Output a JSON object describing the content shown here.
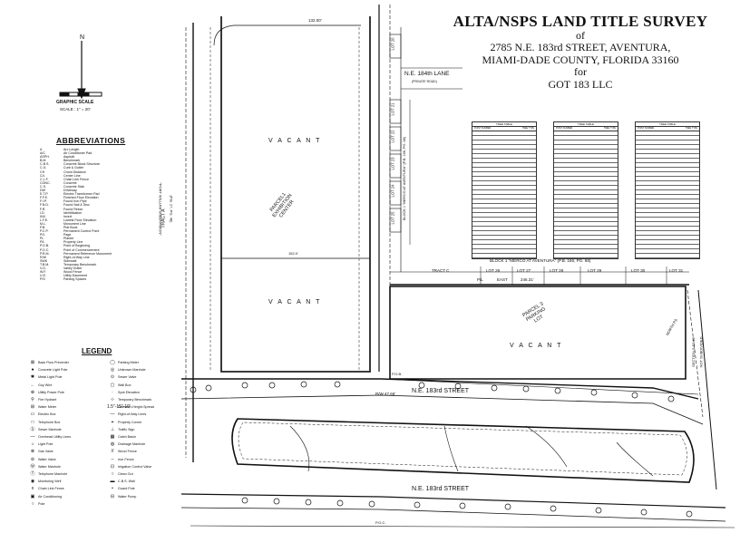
{
  "title": {
    "main": "ALTA/NSPS LAND TITLE SURVEY",
    "of": "of",
    "address1": "2785 N.E. 183rd STREET, AVENTURA,",
    "address2": "MIAMI-DADE COUNTY, FLORIDA 33160",
    "for": "for",
    "client": "GOT 183 LLC"
  },
  "north_arrow": {
    "label": "N"
  },
  "scale": {
    "title": "GRAPHIC SCALE",
    "text": "SCALE : 1\" = 20'"
  },
  "abbreviations": {
    "heading": "ABBREVIATIONS",
    "items": [
      {
        "k": "A",
        "v": "Arc Length"
      },
      {
        "k": "A/C",
        "v": "Air Conditioner Pad"
      },
      {
        "k": "ASPH.",
        "v": "Asphalt"
      },
      {
        "k": "B.M.",
        "v": "Benchmark"
      },
      {
        "k": "C.B.S.",
        "v": "Concrete Block Structure"
      },
      {
        "k": "C.G.",
        "v": "Curb & Gutter"
      },
      {
        "k": "CH",
        "v": "Chord Distance"
      },
      {
        "k": "C/L",
        "v": "Center Line"
      },
      {
        "k": "C.L.F.",
        "v": "Chain Link Fence"
      },
      {
        "k": "CONC.",
        "v": "Concrete"
      },
      {
        "k": "C.S.",
        "v": "Concrete Slab"
      },
      {
        "k": "DW",
        "v": "Driveway"
      },
      {
        "k": "E.T.P.",
        "v": "Electric Transformer Pad"
      },
      {
        "k": "F.F.E.",
        "v": "Finished Floor Elevation"
      },
      {
        "k": "F.I.P.",
        "v": "Found Iron Pipe"
      },
      {
        "k": "F.N.D.",
        "v": "Found Nail & Disc"
      },
      {
        "k": "F.R.",
        "v": "Found Rebar"
      },
      {
        "k": "I.D.",
        "v": "Identification"
      },
      {
        "k": "INV.",
        "v": "Invert"
      },
      {
        "k": "L.F.E.",
        "v": "Lowest Floor Elevation"
      },
      {
        "k": "M.L.",
        "v": "Monument Line"
      },
      {
        "k": "P.B.",
        "v": "Plat Book"
      },
      {
        "k": "P.C.P.",
        "v": "Permanent Control Point"
      },
      {
        "k": "PG.",
        "v": "Page"
      },
      {
        "k": "PL",
        "v": "Planter"
      },
      {
        "k": "P/L",
        "v": "Property Line"
      },
      {
        "k": "P.O.B.",
        "v": "Point of Beginning"
      },
      {
        "k": "P.O.C.",
        "v": "Point of Commencement"
      },
      {
        "k": "P.R.M.",
        "v": "Permanent Reference Monument"
      },
      {
        "k": "R/W",
        "v": "Right-of-Way Line"
      },
      {
        "k": "SWK",
        "v": "Sidewalk"
      },
      {
        "k": "T.B.M.",
        "v": "Temporary Benchmark"
      },
      {
        "k": "V.G.",
        "v": "Valley Gutter"
      },
      {
        "k": "W.F.",
        "v": "Wood Fence"
      },
      {
        "k": "U.E.",
        "v": "Utility Easement"
      },
      {
        "k": "P/S",
        "v": "Parking Spaces"
      }
    ]
  },
  "legend": {
    "heading": "LEGEND",
    "left": [
      {
        "sym": "⊠",
        "v": "Back Flow Preventer"
      },
      {
        "sym": "●",
        "v": "Concrete Light Pole"
      },
      {
        "sym": "✱",
        "v": "Metal Light Pole"
      },
      {
        "sym": "←",
        "v": "Guy Wire"
      },
      {
        "sym": "⊕",
        "v": "Utility Power Pole"
      },
      {
        "sym": "⚲",
        "v": "Fire Hydrant"
      },
      {
        "sym": "⊞",
        "v": "Water Meter"
      },
      {
        "sym": "▭",
        "v": "Electric Box"
      },
      {
        "sym": "□",
        "v": "Telephone Box"
      },
      {
        "sym": "Ⓢ",
        "v": "Sewer Manhole"
      },
      {
        "sym": "—",
        "v": "Overhead Utility Lines"
      },
      {
        "sym": "☼",
        "v": "Light Pole"
      },
      {
        "sym": "⊗",
        "v": "Gas Valve"
      },
      {
        "sym": "⊘",
        "v": "Water Valve"
      },
      {
        "sym": "Ⓦ",
        "v": "Water Manhole"
      },
      {
        "sym": "Ⓣ",
        "v": "Telephone Manhole"
      },
      {
        "sym": "◉",
        "v": "Monitoring Well"
      },
      {
        "sym": "x",
        "v": "Chain Link Fence"
      },
      {
        "sym": "▣",
        "v": "Air Conditioning"
      },
      {
        "sym": "○",
        "v": "Pole"
      }
    ],
    "right": [
      {
        "sym": "◯",
        "v": "Parking Meter"
      },
      {
        "sym": "◎",
        "v": "Unknown Manhole"
      },
      {
        "sym": "⊙",
        "v": "Sewer Valve"
      },
      {
        "sym": "▢",
        "v": "Wall Box"
      },
      {
        "sym": "·",
        "v": "Spot Elevation"
      },
      {
        "sym": "⊹",
        "v": "Temporary Benchmark"
      },
      {
        "sym": "1.5\"-15\"-10'",
        "v": "Diameter-Height-Spread"
      },
      {
        "sym": "—",
        "v": "Right-of-Way Lines"
      },
      {
        "sym": "⌖",
        "v": "Property Corner"
      },
      {
        "sym": "⊥",
        "v": "Traffic Sign"
      },
      {
        "sym": "▦",
        "v": "Catch Basin"
      },
      {
        "sym": "◍",
        "v": "Drainage Manhole"
      },
      {
        "sym": "//",
        "v": "Wood Fence"
      },
      {
        "sym": "--",
        "v": "Iron Fence"
      },
      {
        "sym": "⊡",
        "v": "Irrigation Control Valve"
      },
      {
        "sym": "○",
        "v": "Clean Out"
      },
      {
        "sym": "▬",
        "v": "C.B.S. Wall"
      },
      {
        "sym": "•",
        "v": "Guard Pole"
      },
      {
        "sym": "⊟",
        "v": "Water Pump"
      }
    ]
  },
  "curve_tables": [
    {
      "title": "TREE TABLE",
      "h1": "POINT NUMBER",
      "h2": "TREE TYPE"
    },
    {
      "title": "TREE TABLE",
      "h1": "POINT NUMBER",
      "h2": "TREE TYPE"
    },
    {
      "title": "TREE TABLE",
      "h1": "POINT NUMBER",
      "h2": "TREE TYPE"
    }
  ],
  "plan": {
    "vacant_north": "V A C A N T",
    "vacant_south": "V A C A N T",
    "vacant_east": "V A C A N T",
    "parcel1_a": "PARCEL1",
    "parcel1_b": "EXHIBITION",
    "parcel1_c": "CENTER",
    "parcel3_a": "PARCEL 3",
    "parcel3_b": "PARKING",
    "parcel3_c": "LOT",
    "tract_a": "TRACT A",
    "tract_a_ref": "\"PORT WILLIAM SUBDIVISION\"",
    "tract_a_pb": "(P.B. 27, PG. 48)",
    "tract_c": "TRACT C",
    "ne184": "N.E. 184th LANE",
    "ne184_private": "(PRIVATE ROAD)",
    "block1": "BLOCK 1 \"MERCO AT AVENTURA\" (P.B. 166, PG. 68)",
    "lots_top": [
      "LOT 26",
      "LOT 27",
      "LOT 28",
      "LOT 29",
      "LOT 30",
      "LOT 31"
    ],
    "lots_side": [
      "LOT 20",
      "LOT 21",
      "LOT 22",
      "LOT 23",
      "LOT 24",
      "LOT 25"
    ],
    "ne183_north": "N.E. 183rd STREET",
    "ne183_south": "N.E. 183rd STREET",
    "dim_top": "132.00'",
    "dim_mid": "152.0'",
    "dim_east": "246.31'",
    "rw": "R/W 47.66'",
    "pob": "P.O.B.",
    "poc": "P.O.C.",
    "east": "EAST",
    "pl": "P/L",
    "section_a": "SECTION 3-52-42",
    "section_b": "NOT SUBDIVIDED",
    "north_pl": "NORTH P/L"
  }
}
